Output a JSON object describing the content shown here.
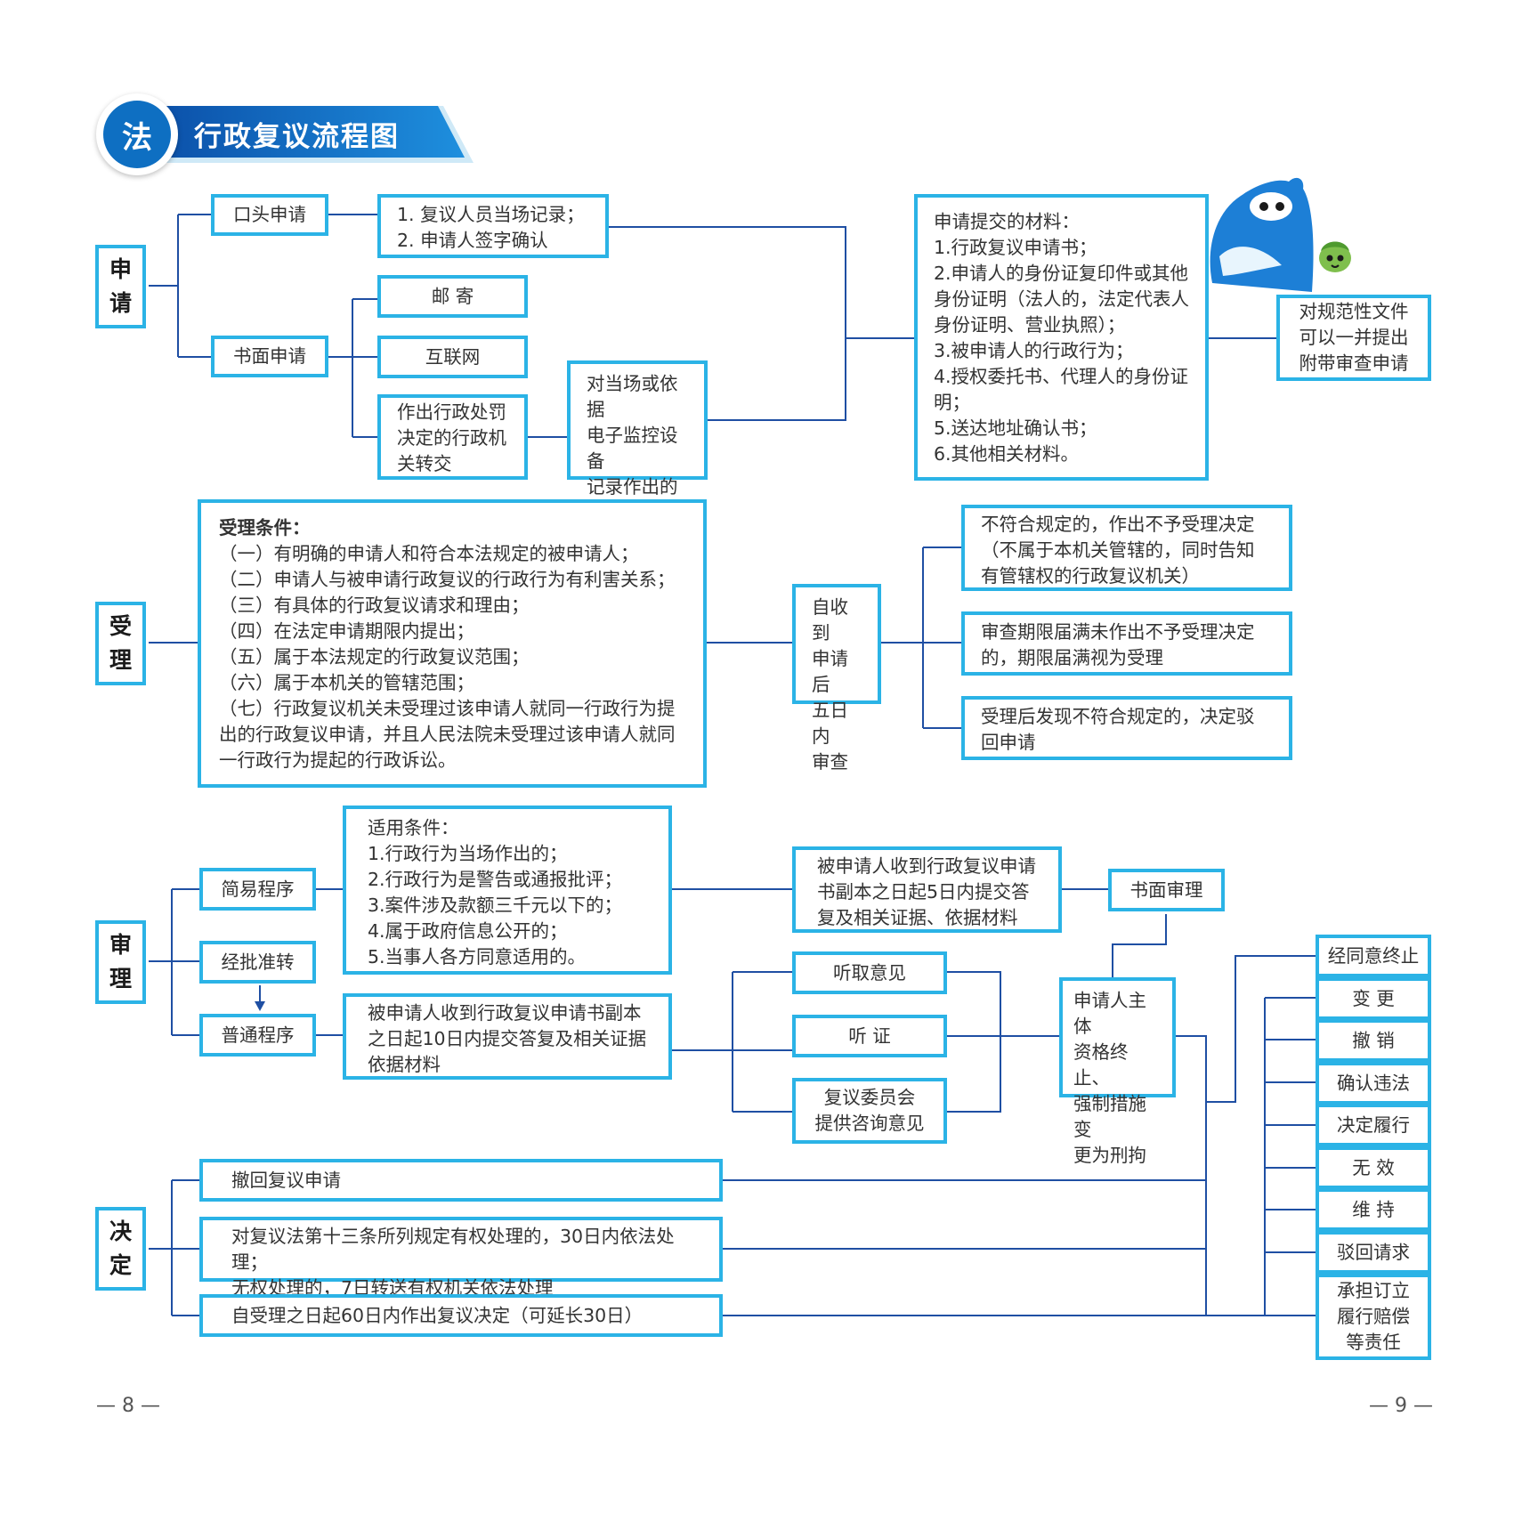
{
  "title": "行政复议流程图",
  "logo_glyph": "法",
  "colors": {
    "box_border": "#2bb3e6",
    "line": "#1f4fa3",
    "title_bar": "#0e6fc2"
  },
  "sections": {
    "apply": [
      "申",
      "请"
    ],
    "accept": [
      "受",
      "理"
    ],
    "review": [
      "审",
      "理"
    ],
    "decide": [
      "决",
      "定"
    ]
  },
  "apply": {
    "oral": "口头申请",
    "oral_steps": "1. 复议人员当场记录；\n2. 申请人签字确认",
    "written": "书面申请",
    "mail": "邮  寄",
    "internet": "互联网",
    "transfer": "作出行政处罚\n决定的行政机\n关转交",
    "onsite": "对当场或依据\n电子监控设备\n记录作出的行\n政处罚决定",
    "materials": "申请提交的材料：\n1.行政复议申请书；\n2.申请人的身份证复印件或其他\n身份证明（法人的，法定代表人\n身份证明、营业执照）；\n3.被申请人的行政行为；\n4.授权委托书、代理人的身份证\n明；\n5.送达地址确认书；\n6.其他相关材料。",
    "normative": "对规范性文件\n可以一并提出\n附带审查申请"
  },
  "accept": {
    "conditions": "受理条件：",
    "conditions_body": "（一）有明确的申请人和符合本法规定的被申请人；\n（二）申请人与被申请行政复议的行政行为有利害关系；\n（三）有具体的行政复议请求和理由；\n（四）在法定申请期限内提出；\n（五）属于本法规定的行政复议范围；\n（六）属于本机关的管辖范围；\n（七）行政复议机关未受理过该申请人就同一行政行为提\n出的行政复议申请，并且人民法院未受理过该申请人就同\n一行政行为提起的行政诉讼。",
    "review5": "自收到\n申请后\n五日内\n审查",
    "reject": "不符合规定的，作出不予受理决定\n（不属于本机关管辖的，同时告知\n有管辖权的行政复议机关）",
    "expire": "审查期限届满未作出不予受理决定\n的，期限届满视为受理",
    "dismiss": "受理后发现不符合规定的，决定驳\n回申请"
  },
  "review": {
    "simple": "简易程序",
    "approved": "经批准转",
    "normal": "普通程序",
    "simple_conditions": "适用条件：\n1.行政行为当场作出的；\n2.行政行为是警告或通报批评；\n3.案件涉及款额三千元以下的；\n4.属于政府信息公开的；\n5.当事人各方同意适用的。",
    "simple_reply": "被申请人收到行政复议申请\n书副本之日起5日内提交答\n复及相关证据、依据材料",
    "written_review": "书面审理",
    "normal_reply": "被申请人收到行政复议申请书副本\n之日起10日内提交答复及相关证据\n依据材料",
    "opinion": "听取意见",
    "hearing": "听  证",
    "committee": "复议委员会\n提供咨询意见",
    "suspend": "申请人主体\n资格终止、\n强制措施变\n更为刑拘"
  },
  "decide": {
    "withdraw": "撤回复议申请",
    "art13": "对复议法第十三条所列规定有权处理的，30日内依法处理；\n无权处理的，7日转送有权机关依法处理",
    "deadline": "自受理之日起60日内作出复议决定（可延长30日）"
  },
  "outcomes": [
    "经同意终止",
    "变  更",
    "撤  销",
    "确认违法",
    "决定履行",
    "无  效",
    "维  持",
    "驳回请求",
    "承担订立\n履行赔偿\n等责任"
  ],
  "page_left": "— 8 —",
  "page_right": "— 9 —"
}
